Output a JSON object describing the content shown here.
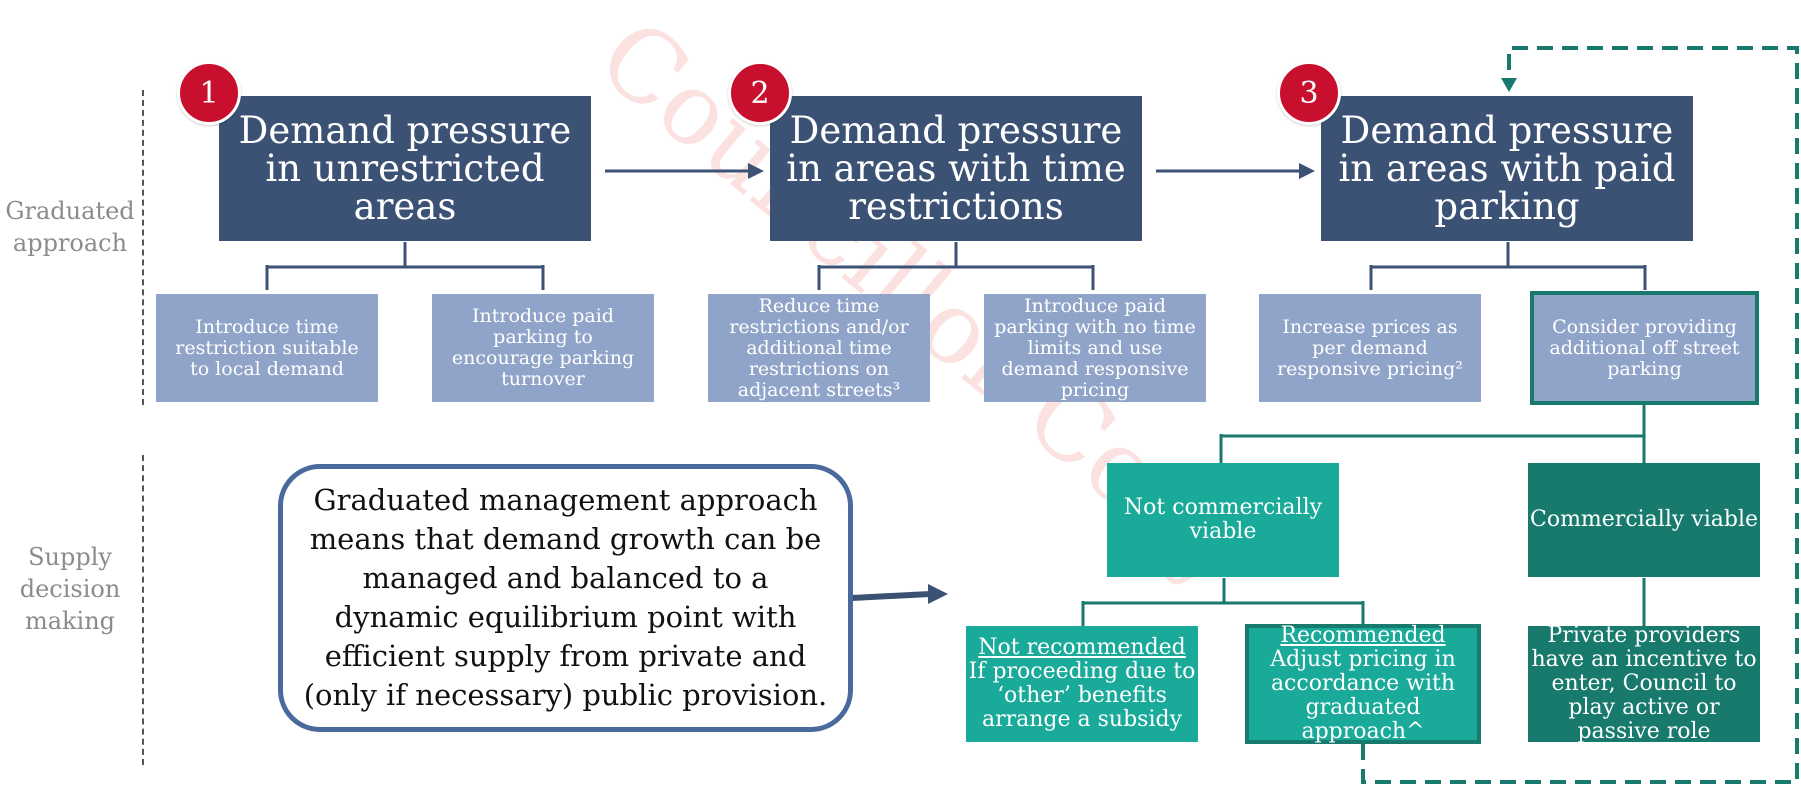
{
  "watermark": "Councillor Copy",
  "side_labels": {
    "graduated": "Graduated approach",
    "supply": "Supply decision making"
  },
  "steps": [
    {
      "number": "1",
      "title": "Demand pressure in unrestricted areas",
      "options": [
        {
          "text": "Introduce time restriction suitable to local demand"
        },
        {
          "text": "Introduce paid parking to encourage parking turnover"
        }
      ]
    },
    {
      "number": "2",
      "title": "Demand pressure in areas with time restrictions",
      "options": [
        {
          "text": "Reduce time restrictions and/or additional time restrictions on adjacent streets³"
        },
        {
          "text": "Introduce paid parking with no time limits and use demand responsive pricing"
        }
      ]
    },
    {
      "number": "3",
      "title": "Demand pressure in areas with paid parking",
      "options": [
        {
          "text": "Increase prices as per demand responsive pricing²"
        },
        {
          "text": "Consider providing additional off street parking"
        }
      ]
    }
  ],
  "callout": "Graduated management approach means that demand growth can be managed and balanced to a dynamic equilibrium point with efficient supply from private and (only if necessary) public provision.",
  "supply": {
    "not_viable": "Not commercially viable",
    "viable": "Commercially viable",
    "not_recommended": {
      "heading": "Not recommended",
      "body": "If proceeding due to ‘other’ benefits arrange a subsidy"
    },
    "recommended": {
      "heading": "Recommended",
      "body": "Adjust pricing in accordance with graduated approach^"
    },
    "private": "Private providers have an incentive to enter, Council to play active or passive role"
  }
}
